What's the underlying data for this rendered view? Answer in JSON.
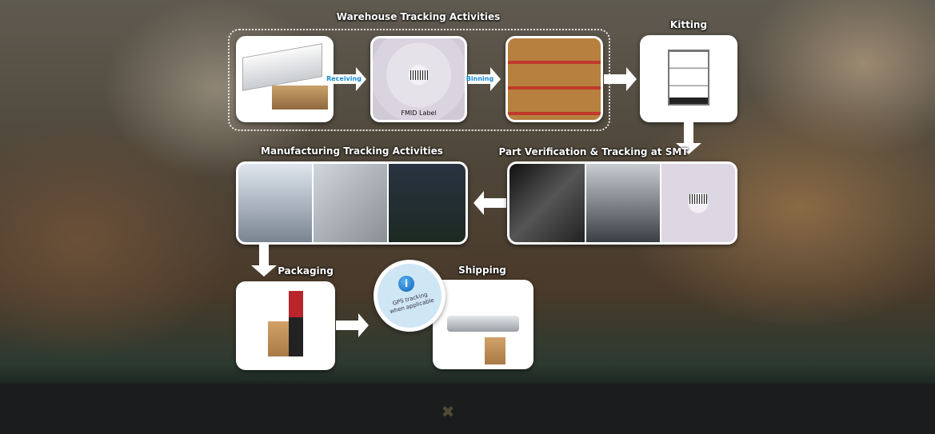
{
  "diagram": {
    "warehouse_title": "Warehouse Tracking Activities",
    "kitting": "Kitting",
    "receiving": "Receiving",
    "binning": "Binning",
    "fmid_label": "FMID Label",
    "manufacturing_title": "Manufacturing Tracking Activities",
    "part_verification_title": "Part Verification & Tracking at SMT",
    "packaging": "Packaging",
    "shipping": "Shipping",
    "gps_line1": "GPS tracking",
    "gps_line2": "when applicable"
  },
  "lightbox": {
    "close_glyph": "✖"
  },
  "colors": {
    "accent": "#1a8ad0",
    "bottom_bar": "#1b1c1e",
    "close": "#4f4a33"
  }
}
